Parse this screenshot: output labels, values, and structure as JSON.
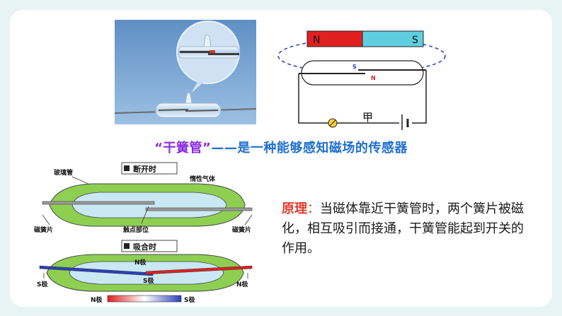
{
  "circuit": {
    "magnet_n": "N",
    "magnet_s": "S",
    "reed_s": "S",
    "reed_n": "N",
    "bulb_label": "甲"
  },
  "headline": {
    "term": "“干簧管”",
    "dash": "——",
    "desc": "是一种能够感知磁场的传感器"
  },
  "diagram_open": {
    "title": "断开时",
    "glass_label": "玻璃管",
    "gas_label": "惰性气体",
    "contact_label": "触点部位",
    "reed_left_label": "磁簧片",
    "reed_right_label": "磁簧片"
  },
  "diagram_closed": {
    "title": "吸合时",
    "n_pole_top": "N极",
    "s_pole_mid": "S极",
    "s_pole_left": "S极",
    "n_pole_right": "N极",
    "bar_n": "N极",
    "bar_s": "S极"
  },
  "principle": {
    "label": "原理",
    "colon": "：",
    "text": "当磁体靠近干簧管时，两个簧片被磁化，相互吸引而接通，干簧管能起到开关的作用。"
  },
  "colors": {
    "background": "#e7f4f3",
    "accent_blue": "#1f6fd0",
    "accent_purple": "#8a2be2",
    "accent_red": "#e23a2a",
    "magnet_red": "#e02020",
    "magnet_cyan": "#5fcfe0",
    "tube_green": "#8ecf52",
    "tube_inner": "#c9e8f4"
  }
}
